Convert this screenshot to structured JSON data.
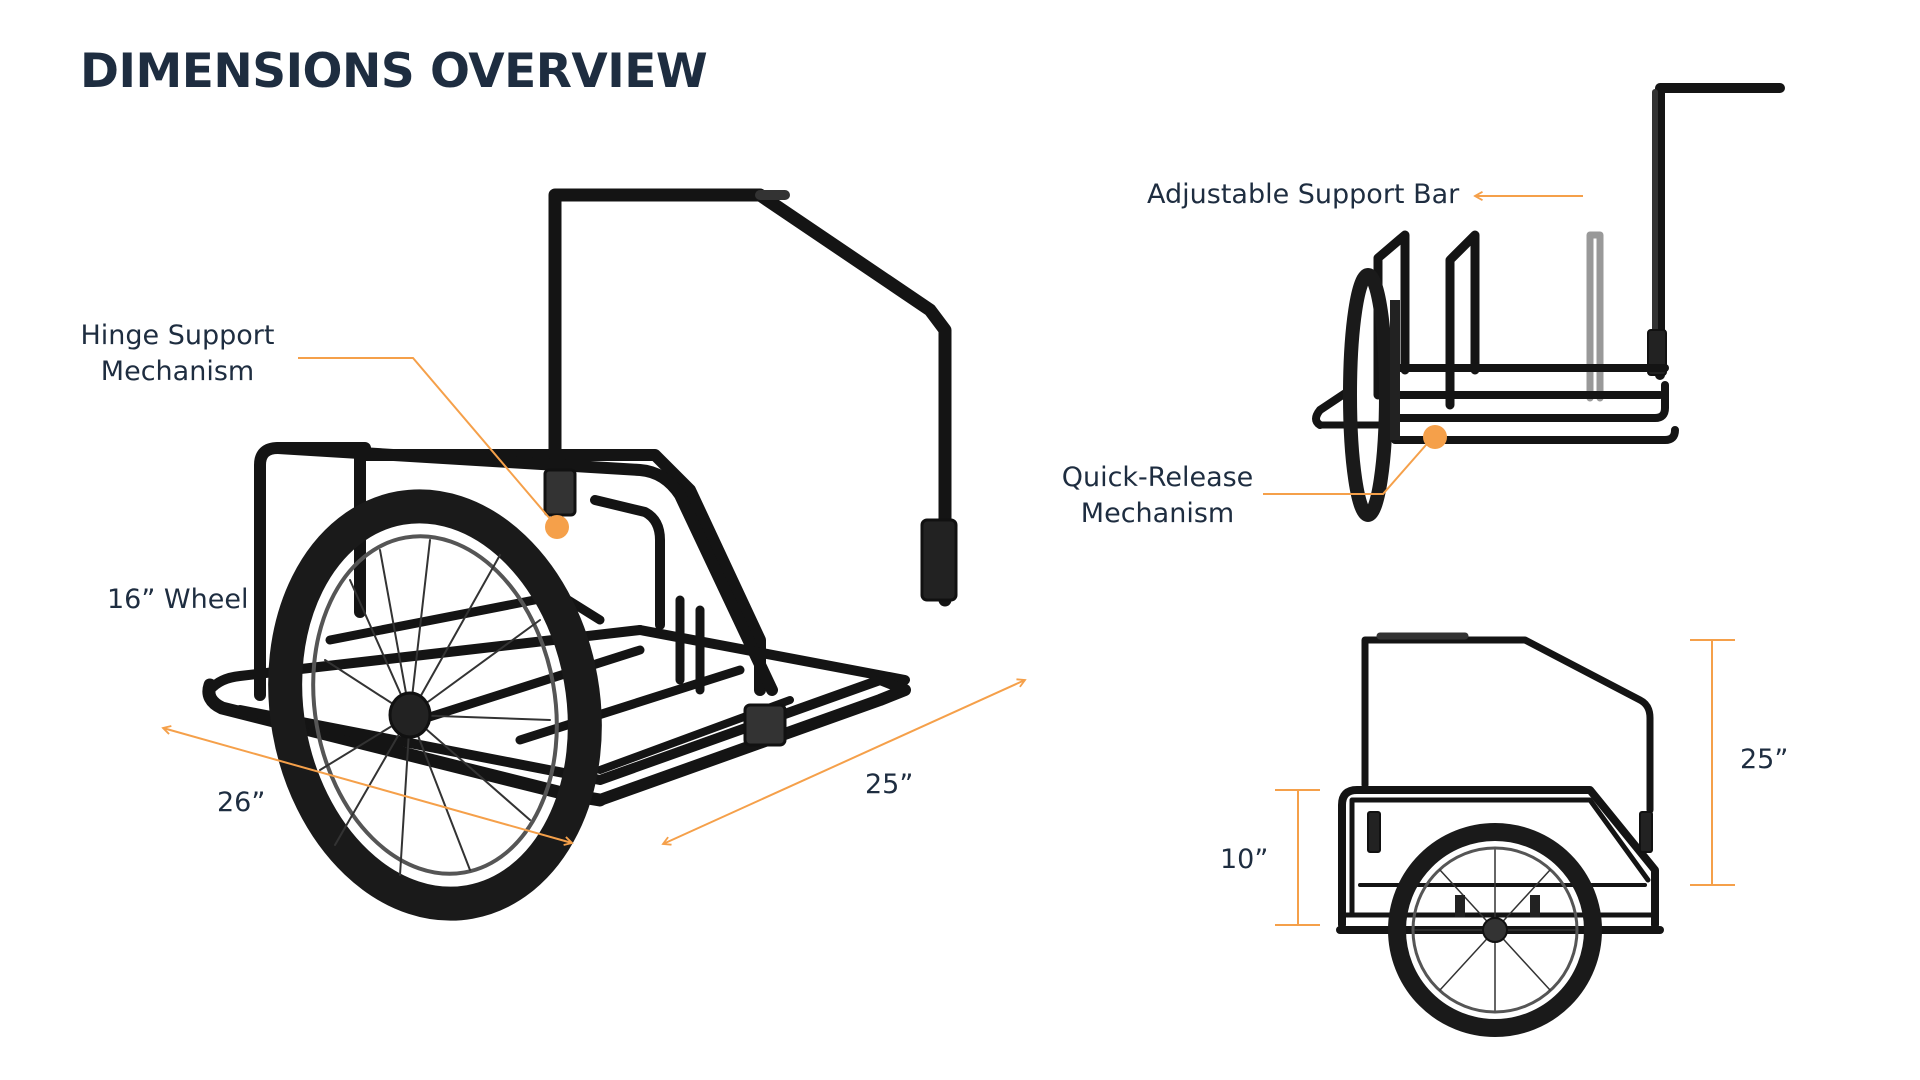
{
  "title": "DIMENSIONS OVERVIEW",
  "labels": {
    "hinge_line1": "Hinge Support",
    "hinge_line2": "Mechanism",
    "wheel": "16” Wheel",
    "width": "26”",
    "length": "25”",
    "support_bar": "Adjustable Support Bar",
    "quick_line1": "Quick-Release",
    "quick_line2": "Mechanism",
    "bed_height": "10”",
    "total_height": "25”"
  },
  "colors": {
    "accent": "#f5a04a",
    "text": "#1e2d40",
    "frame": "#141414",
    "tire": "#1a1a1a"
  },
  "icons": {
    "main_view": "bike-cargo-trailer-perspective-view",
    "top_right_view": "bike-cargo-trailer-side-view",
    "bottom_right_view": "bike-cargo-trailer-rear-view"
  }
}
